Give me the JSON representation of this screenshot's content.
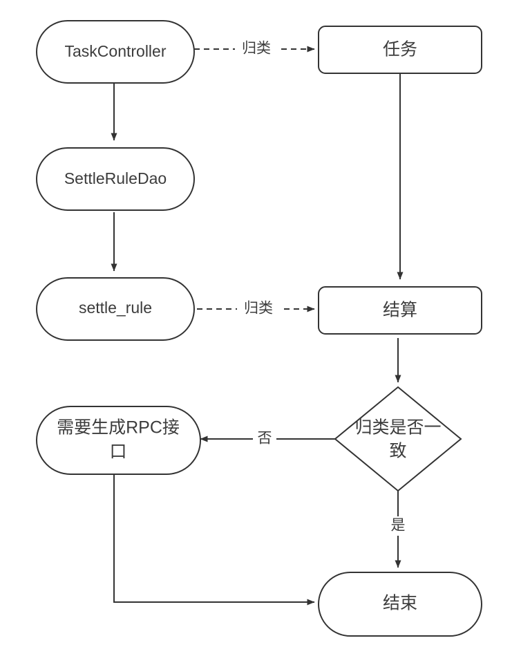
{
  "diagram": {
    "type": "flowchart",
    "background_color": "#ffffff",
    "stroke_color": "#333333",
    "text_color": "#3c3c3c",
    "nodes": [
      {
        "id": "task-controller",
        "label": "TaskController",
        "shape": "stadium",
        "lines": [
          "TaskController"
        ]
      },
      {
        "id": "task",
        "label": "任务",
        "shape": "rounded-rect",
        "lines": [
          "任务"
        ]
      },
      {
        "id": "settle-rule-dao",
        "label": "SettleRuleDao",
        "shape": "stadium",
        "lines": [
          "SettleRuleDao"
        ]
      },
      {
        "id": "settle-rule",
        "label": "settle_rule",
        "shape": "stadium",
        "lines": [
          "settle_rule"
        ]
      },
      {
        "id": "settlement",
        "label": "结算",
        "shape": "rounded-rect",
        "lines": [
          "结算"
        ]
      },
      {
        "id": "decision",
        "label": "归类是否一致",
        "shape": "diamond",
        "lines": [
          "归类是否一",
          "致"
        ]
      },
      {
        "id": "need-rpc",
        "label": "需要生成RPC接口",
        "shape": "stadium",
        "lines": [
          "需要生成RPC接",
          "口"
        ]
      },
      {
        "id": "end",
        "label": "结束",
        "shape": "stadium",
        "lines": [
          "结束"
        ]
      }
    ],
    "edges": [
      {
        "id": "e1",
        "from": "task-controller",
        "to": "task",
        "label": "归类",
        "style": "dashed"
      },
      {
        "id": "e2",
        "from": "task-controller",
        "to": "settle-rule-dao",
        "label": "",
        "style": "solid"
      },
      {
        "id": "e3",
        "from": "settle-rule-dao",
        "to": "settle-rule",
        "label": "",
        "style": "solid"
      },
      {
        "id": "e4",
        "from": "settle-rule",
        "to": "settlement",
        "label": "归类",
        "style": "dashed"
      },
      {
        "id": "e5",
        "from": "task",
        "to": "settlement",
        "label": "",
        "style": "solid"
      },
      {
        "id": "e6",
        "from": "settlement",
        "to": "decision",
        "label": "",
        "style": "solid"
      },
      {
        "id": "e7",
        "from": "decision",
        "to": "need-rpc",
        "label": "否",
        "style": "solid"
      },
      {
        "id": "e8",
        "from": "decision",
        "to": "end",
        "label": "是",
        "style": "solid"
      },
      {
        "id": "e9",
        "from": "need-rpc",
        "to": "end",
        "label": "",
        "style": "solid"
      }
    ]
  }
}
